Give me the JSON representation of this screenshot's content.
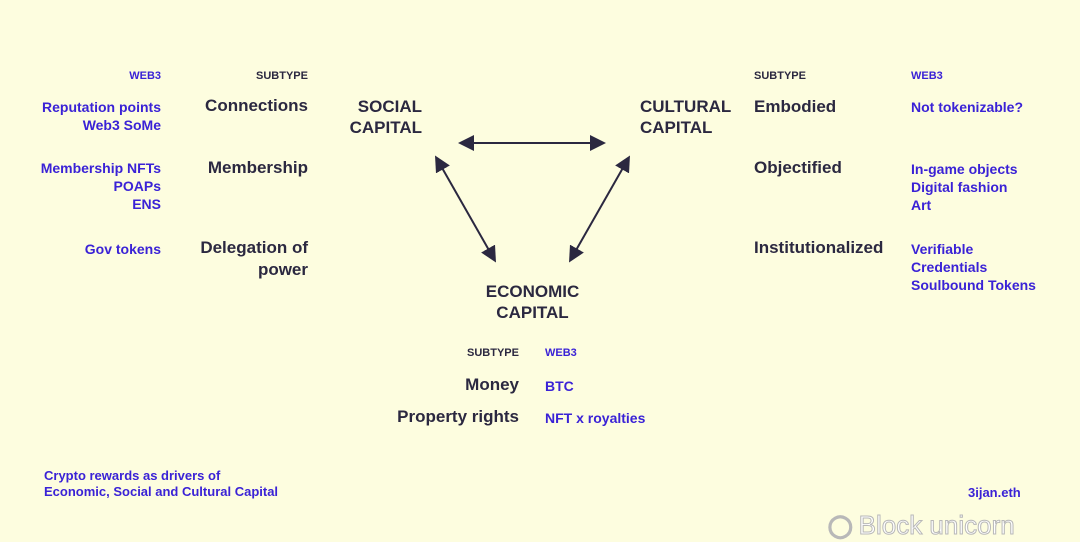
{
  "social": {
    "title": [
      "SOCIAL",
      "CAPITAL"
    ],
    "web3_header": "WEB3",
    "subtype_header": "SUBTYPE",
    "rows": [
      {
        "subtype": [
          "Connections"
        ],
        "web3": [
          "Reputation points",
          "Web3 SoMe"
        ]
      },
      {
        "subtype": [
          "Membership"
        ],
        "web3": [
          "Membership NFTs",
          "POAPs",
          "ENS"
        ]
      },
      {
        "subtype": [
          "Delegation of",
          "power"
        ],
        "web3": [
          "Gov tokens"
        ]
      }
    ]
  },
  "cultural": {
    "title": [
      "CULTURAL",
      "CAPITAL"
    ],
    "subtype_header": "SUBTYPE",
    "web3_header": "WEB3",
    "rows": [
      {
        "subtype": [
          "Embodied"
        ],
        "web3": [
          "Not tokenizable?"
        ]
      },
      {
        "subtype": [
          "Objectified"
        ],
        "web3": [
          "In-game objects",
          "Digital fashion",
          "Art"
        ]
      },
      {
        "subtype": [
          "Institutionalized"
        ],
        "web3": [
          "Verifiable",
          "Credentials",
          "Soulbound Tokens"
        ]
      }
    ]
  },
  "economic": {
    "title": [
      "ECONOMIC",
      "CAPITAL"
    ],
    "subtype_header": "SUBTYPE",
    "web3_header": "WEB3",
    "rows": [
      {
        "subtype": [
          "Money"
        ],
        "web3": [
          "BTC"
        ]
      },
      {
        "subtype": [
          "Property rights"
        ],
        "web3": [
          "NFT x royalties"
        ]
      }
    ]
  },
  "caption": [
    "Crypto rewards as drivers of",
    "Economic, Social and Cultural Capital"
  ],
  "author": "3ijan.eth",
  "watermark": "Block unicorn",
  "colors": {
    "background": "#fdfddf",
    "accent": "#3a22d6",
    "text": "#2b2840"
  }
}
